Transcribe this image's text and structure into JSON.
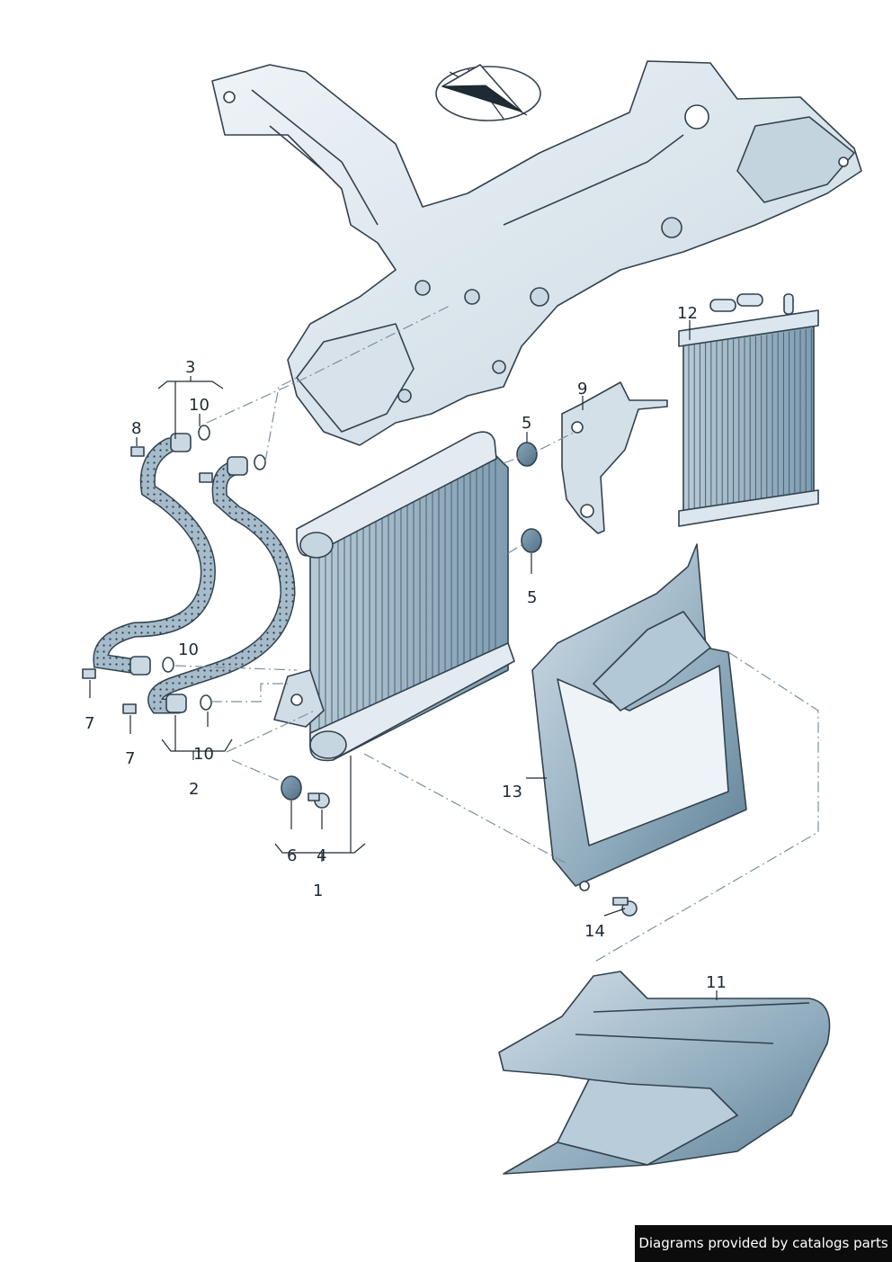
{
  "diagram": {
    "callouts": {
      "c1": "1",
      "c2": "2",
      "c3": "3",
      "c4": "4",
      "c5a": "5",
      "c5b": "5",
      "c6": "6",
      "c7a": "7",
      "c7b": "7",
      "c8": "8",
      "c9": "9",
      "c10a": "10",
      "c10b": "10",
      "c11": "11",
      "c12": "12",
      "c13": "13",
      "c14": "14"
    },
    "colors": {
      "part_light": "#dde7ee",
      "part_mid": "#a9c0cf",
      "part_dark": "#5d7d92",
      "outline": "#33424e",
      "dash_line": "#7d8f9c"
    }
  },
  "watermark": {
    "text": "Diagrams provided by catalogs parts"
  }
}
